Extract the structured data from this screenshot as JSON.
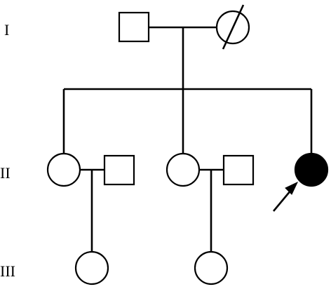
{
  "diagram": {
    "generations": [
      {
        "id": "I",
        "label": "I"
      },
      {
        "id": "II",
        "label": "II"
      },
      {
        "id": "III",
        "label": "III"
      }
    ],
    "individuals": [
      {
        "id": "I-1",
        "generation": "I",
        "sex": "male",
        "affected": false,
        "deceased": false
      },
      {
        "id": "I-2",
        "generation": "I",
        "sex": "female",
        "affected": false,
        "deceased": true
      },
      {
        "id": "II-1",
        "generation": "II",
        "sex": "female",
        "affected": false,
        "deceased": false
      },
      {
        "id": "II-2",
        "generation": "II",
        "sex": "male",
        "affected": false,
        "deceased": false
      },
      {
        "id": "II-3",
        "generation": "II",
        "sex": "female",
        "affected": false,
        "deceased": false
      },
      {
        "id": "II-4",
        "generation": "II",
        "sex": "male",
        "affected": false,
        "deceased": false
      },
      {
        "id": "II-5",
        "generation": "II",
        "sex": "female",
        "affected": true,
        "deceased": false,
        "proband": true
      },
      {
        "id": "III-1",
        "generation": "III",
        "sex": "female",
        "affected": false,
        "deceased": false
      },
      {
        "id": "III-2",
        "generation": "III",
        "sex": "female",
        "affected": false,
        "deceased": false
      }
    ],
    "colors": {
      "line": "#000000",
      "affected_fill": "#000000",
      "unaffected_fill": "#ffffff"
    }
  }
}
